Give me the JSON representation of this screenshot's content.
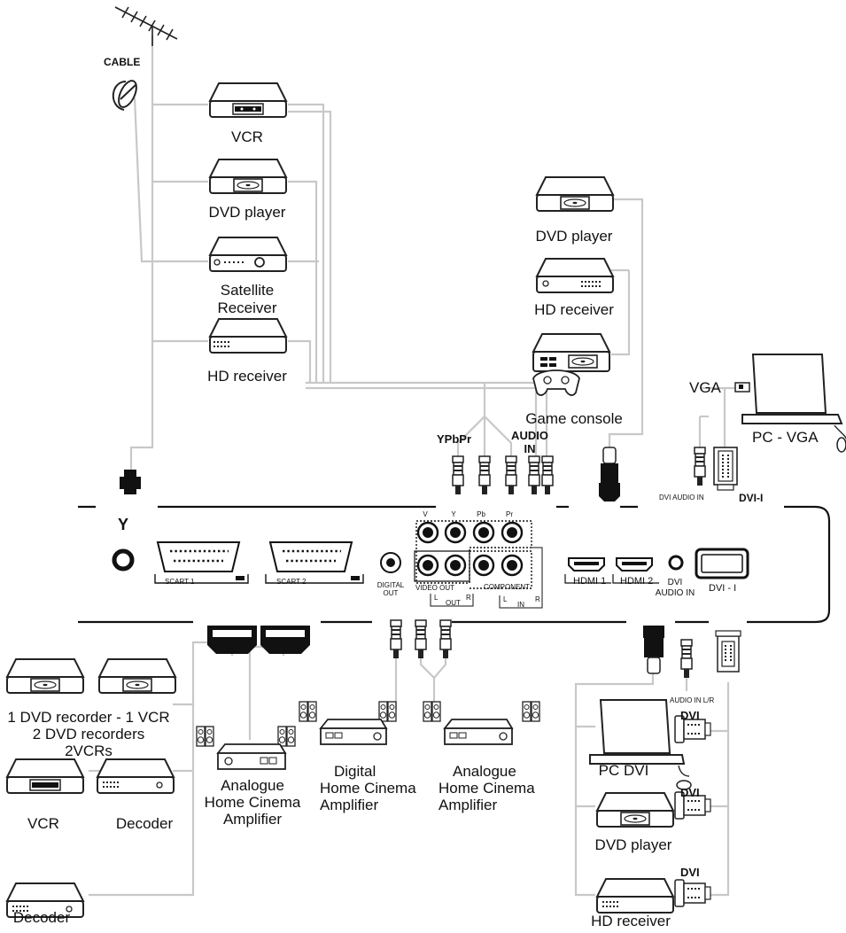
{
  "colors": {
    "cable": "#c8c8c8",
    "device": "#222222",
    "panel_fill": "#ffffff",
    "dark": "#111111"
  },
  "antenna": {
    "cable_label": "CABLE",
    "icon": "antenna-icon",
    "dish_icon": "satellite-dish-icon"
  },
  "left_devices": {
    "vcr": "VCR",
    "dvd_player": "DVD player",
    "satellite_line1": "Satellite",
    "satellite_line2": "Receiver",
    "hd_receiver": "HD receiver"
  },
  "right_top_devices": {
    "dvd_player": "DVD player",
    "hd_receiver": "HD receiver",
    "game_console": "Game console",
    "vga": "VGA",
    "pc_vga": "PC - VGA",
    "dvi_audio_in": "DVI AUDIO IN",
    "dvi_i": "DVI-I"
  },
  "connectors_top": {
    "ypbpr": "YPbPr",
    "audio_in_line1": "AUDIO",
    "audio_in_line2": "IN"
  },
  "panel": {
    "antenna_symbol": "Y",
    "scart1": "SCART 1",
    "scart2": "SCART 2",
    "digital_out_line1": "DIGITAL",
    "digital_out_line2": "OUT",
    "v": "V",
    "y": "Y",
    "pb": "Pb",
    "pr": "Pr",
    "video_out": "VIDEO OUT",
    "component": "COMPONENT",
    "out_l": "L",
    "out": "OUT",
    "out_r": "R",
    "in_l": "L",
    "in": "IN",
    "in_r": "R",
    "hdmi1": "HDMI 1",
    "hdmi2": "HDMI 2",
    "dvi_audio_in_line1": "DVI",
    "dvi_audio_in_line2": "AUDIO IN",
    "dvi_i": "DVI  - I"
  },
  "bottom_left": {
    "recorder_line1": "1 DVD recorder - 1 VCR",
    "recorder_line2": "2 DVD recorders",
    "recorder_line3": "2VCRs",
    "vcr": "VCR",
    "decoder": "Decoder",
    "decoder2": "Decoder",
    "analogue1_line1": "Analogue",
    "analogue1_line2": "Home Cinema",
    "analogue1_line3": "Amplifier",
    "digital_line1": "Digital",
    "digital_line2": "Home Cinema",
    "digital_line3": "Amplifier",
    "analogue2_line1": "Analogue",
    "analogue2_line2": "Home Cinema",
    "analogue2_line3": "Amplifier"
  },
  "bottom_right": {
    "audio_lr": "AUDIO IN L/R",
    "dvi1": "DVI",
    "pc_dvi": "PC DVI",
    "dvi2": "DVI",
    "dvd_player": "DVD player",
    "dvi3": "DVI",
    "hd_receiver": "HD receiver"
  }
}
